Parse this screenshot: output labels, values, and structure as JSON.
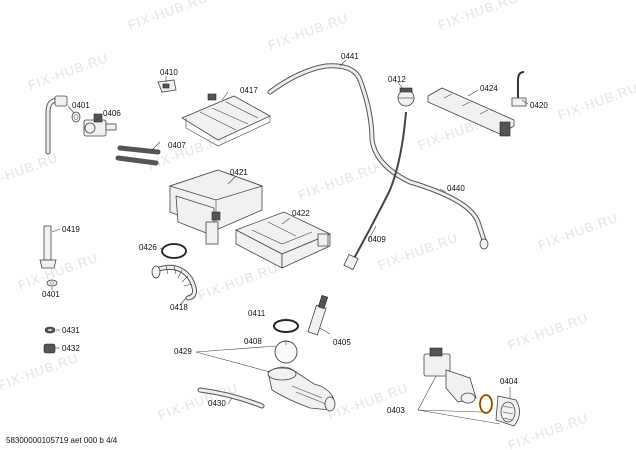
{
  "watermark": "FIX-HUB.RU",
  "footer": "58300000105719 aet 000 b 4/4",
  "labels": {
    "l0401a": "0401",
    "l0406": "0406",
    "l0407": "0407",
    "l0410": "0410",
    "l0417": "0417",
    "l0421": "0421",
    "l0422": "0422",
    "l0426": "0426",
    "l0418": "0418",
    "l0419": "0419",
    "l0401b": "0401",
    "l0431": "0431",
    "l0432": "0432",
    "l0441": "0441",
    "l0412": "0412",
    "l0424": "0424",
    "l0420": "0420",
    "l0440": "0440",
    "l0409": "0409",
    "l0411": "0411",
    "l0408": "0408",
    "l0429": "0429",
    "l0405": "0405",
    "l0430": "0430",
    "l0404": "0404",
    "l0403": "0403"
  }
}
